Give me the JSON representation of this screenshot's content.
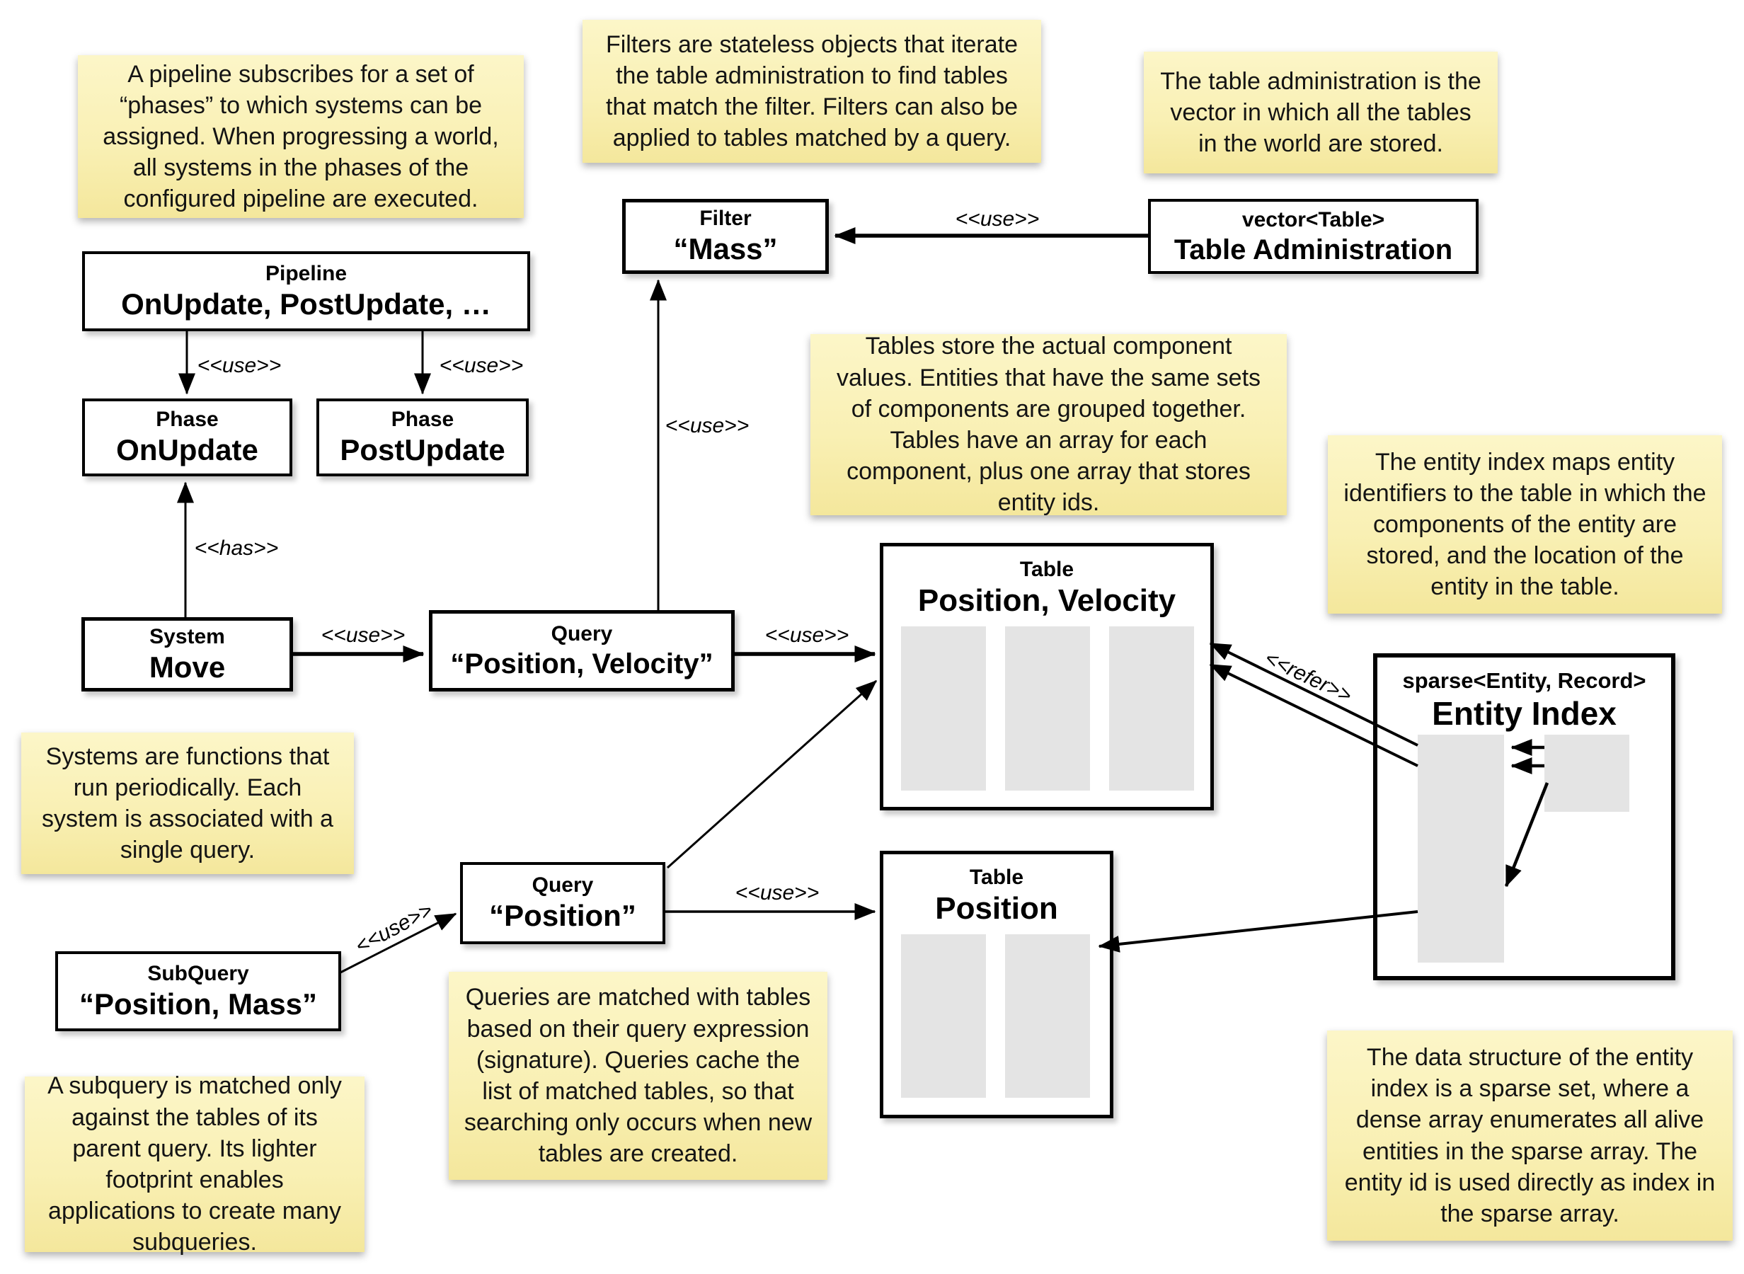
{
  "diagram": {
    "colors": {
      "background": "#ffffff",
      "note_top": "#fcf6c8",
      "note_bottom": "#f4e79c",
      "box_fill": "#ffffff",
      "box_border": "#000000",
      "column_fill": "#e4e4e4",
      "arrow": "#000000"
    },
    "labels": {
      "use": "<<use>>",
      "has": "<<has>>",
      "refer": "<<refer>>"
    },
    "notes": [
      {
        "id": "pipeline",
        "text": "A pipeline subscribes for a set of “phases” to which systems can be assigned. When progressing a world, all systems in the phases of the configured pipeline are executed."
      },
      {
        "id": "filters",
        "text": "Filters are stateless objects that iterate the table administration to find tables that match the filter. Filters can also be applied to tables matched by a query."
      },
      {
        "id": "table-administration",
        "text": "The table administration is the vector in which all the tables in the world are stored."
      },
      {
        "id": "tables",
        "text": "Tables store the actual component values. Entities that have the same sets of components are grouped together. Tables have an array for each component, plus one array that stores entity ids."
      },
      {
        "id": "entity-index",
        "text": "The entity index maps entity identifiers to the table in which the components of the entity are stored, and the location of the entity in the table."
      },
      {
        "id": "systems",
        "text": "Systems are functions that run periodically. Each system is associated with a single query."
      },
      {
        "id": "queries",
        "text": "Queries are matched with tables based on their query expression (signature). Queries cache the list of matched tables, so that searching only occurs when new tables are created."
      },
      {
        "id": "subquery",
        "text": "A subquery is matched only against the tables of its parent query. Its lighter footprint enables applications to create many subqueries."
      },
      {
        "id": "sparse-set",
        "text": "The data structure of the entity index is a sparse set, where a dense array enumerates all alive entities in the sparse array. The entity id is used directly as index in the sparse array."
      }
    ],
    "boxes": [
      {
        "id": "pipeline",
        "title": "Pipeline",
        "name": "OnUpdate, PostUpdate, …"
      },
      {
        "id": "phase-onupdate",
        "title": "Phase",
        "name": "OnUpdate"
      },
      {
        "id": "phase-postupdate",
        "title": "Phase",
        "name": "PostUpdate"
      },
      {
        "id": "system-move",
        "title": "System",
        "name": "Move"
      },
      {
        "id": "query-position-velocity",
        "title": "Query",
        "name": "“Position, Velocity”"
      },
      {
        "id": "filter-mass",
        "title": "Filter",
        "name": "“Mass”"
      },
      {
        "id": "table-administration",
        "title": "vector<Table>",
        "name": "Table Administration"
      },
      {
        "id": "query-position",
        "title": "Query",
        "name": "“Position”"
      },
      {
        "id": "subquery-position-mass",
        "title": "SubQuery",
        "name": "“Position, Mass”"
      },
      {
        "id": "table-position-velocity",
        "title": "Table",
        "name": "Position, Velocity"
      },
      {
        "id": "table-position",
        "title": "Table",
        "name": "Position"
      },
      {
        "id": "entity-index",
        "title": "sparse<Entity, Record>",
        "name": "Entity Index"
      }
    ]
  }
}
